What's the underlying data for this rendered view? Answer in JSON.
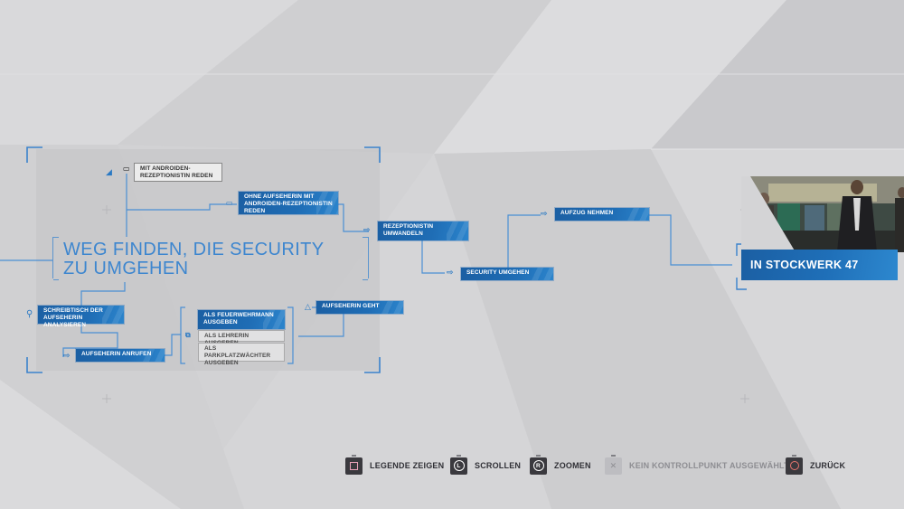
{
  "scene_title": [
    "WEG FINDEN, DIE SECURITY",
    "ZU UMGEHEN"
  ],
  "nodes": {
    "android_receptionist": "MIT ANDROIDEN-REZEPTIONISTIN REDEN",
    "without_supervisor": "OHNE AUFSEHERIN MIT ANDROIDEN-REZEPTIONISTIN REDEN",
    "convert_receptionist": "REZEPTIONISTIN UMWANDELN",
    "take_elevator": "AUFZUG NEHMEN",
    "bypass_security": "SECURITY UMGEHEN",
    "analyze_desk": "SCHREIBTISCH DER AUFSEHERIN ANALYSIEREN",
    "call_supervisor": "AUFSEHERIN ANRUFEN",
    "supervisor_leaves": "AUFSEHERIN GEHT",
    "options": [
      "ALS FEUERWEHRMANN AUSGEBEN",
      "ALS LEHRERIN AUSGEBEN",
      "ALS PARKPLATZWÄCHTER AUSGEBEN"
    ]
  },
  "ending": {
    "label": "IN STOCKWERK 47"
  },
  "legend": [
    {
      "button": "square-button-icon",
      "label": "LEGENDE ZEIGEN",
      "enabled": true
    },
    {
      "button": "left-stick-icon",
      "glyph": "L",
      "label": "SCROLLEN",
      "enabled": true
    },
    {
      "button": "right-stick-icon",
      "glyph": "R",
      "label": "ZOOMEN",
      "enabled": true
    },
    {
      "button": "cross-button-icon",
      "glyph": "✕",
      "label": "KEIN KONTROLLPUNKT AUSGEWÄHLT",
      "enabled": false
    },
    {
      "button": "circle-button-icon",
      "label": "ZURÜCK",
      "enabled": true
    }
  ],
  "colors": {
    "background": "#d4d4d6",
    "accent_blue": "#1f6db5",
    "line_blue": "#4a8fd4",
    "title_blue": "#3d86cf",
    "text_dark": "#303036"
  }
}
